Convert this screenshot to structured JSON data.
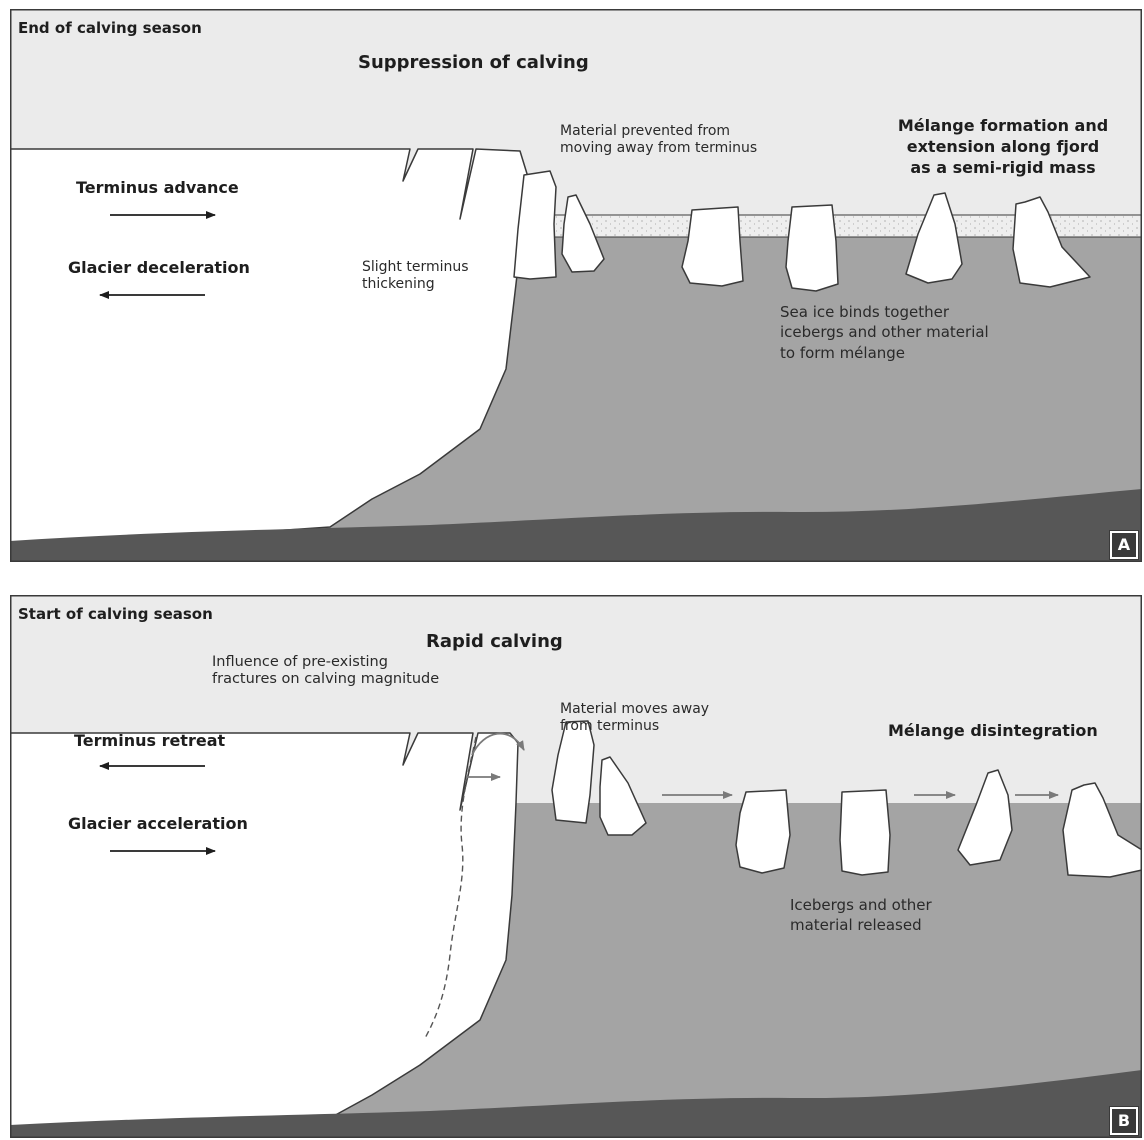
{
  "colors": {
    "sky": "#ebebeb",
    "water": "#a4a4a4",
    "bed": "#575757",
    "ice": "#ffffff",
    "outline": "#3a3a3a",
    "arrow_dark": "#1e1e1e",
    "arrow_gray": "#7a7a7a"
  },
  "panel_a": {
    "corner_title": "End of calving season",
    "heading": "Suppression of calving",
    "advance_label": "Terminus advance",
    "decel_label": "Glacier deceleration",
    "thickening_note": "Slight terminus\nthickening",
    "prevented_note": "Material prevented from\nmoving away from terminus",
    "melange_formation": "Mélange formation and\nextension along fjord\nas a semi-rigid mass",
    "sea_ice_note": "Sea ice binds together\nicebergs and other material\nto form mélange",
    "badge": "A"
  },
  "panel_b": {
    "corner_title": "Start of calving season",
    "heading": "Rapid calving",
    "retreat_label": "Terminus retreat",
    "accel_label": "Glacier acceleration",
    "fractures_note": "Influence of pre-existing\nfractures on calving magnitude",
    "moves_away_note": "Material moves away\nfrom terminus",
    "disintegration": "Mélange disintegration",
    "released_note": "Icebergs and other\nmaterial released",
    "badge": "B"
  }
}
